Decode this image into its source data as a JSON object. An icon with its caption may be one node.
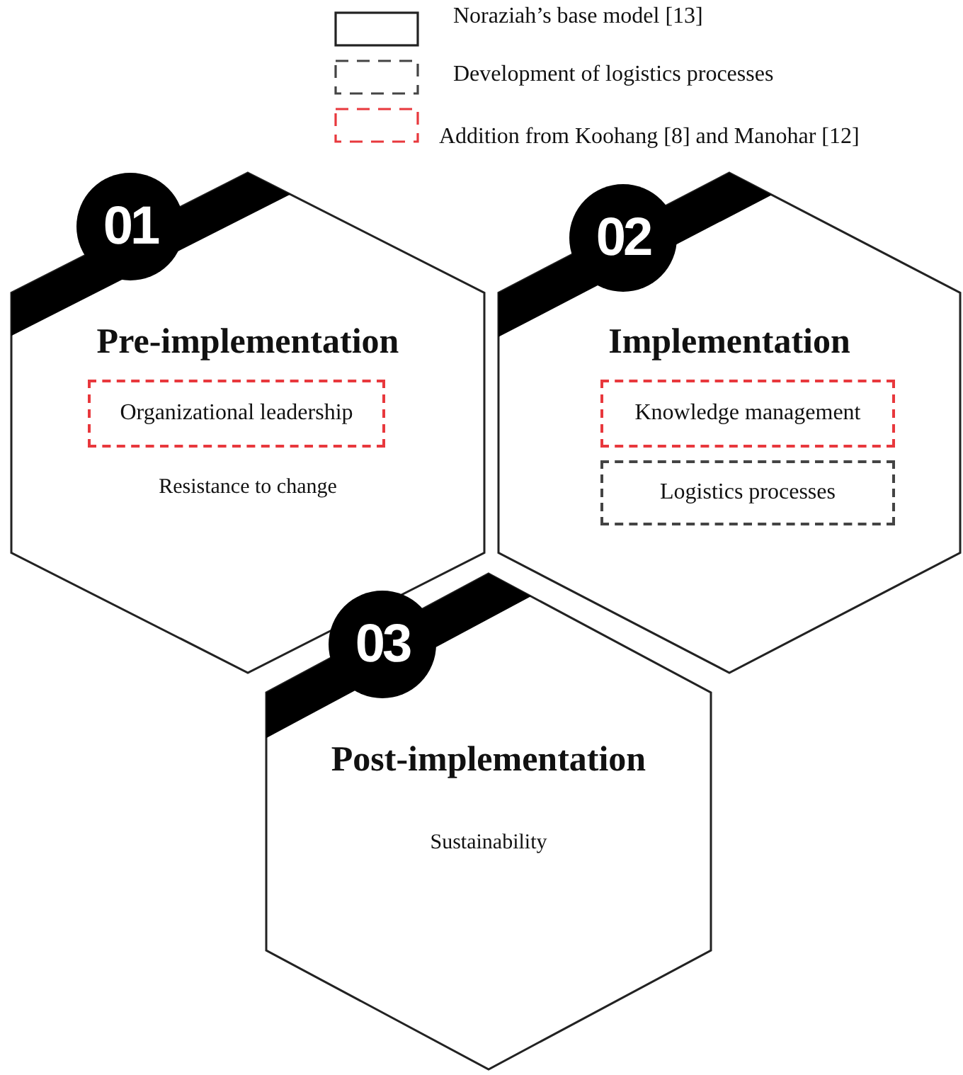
{
  "diagram": {
    "nodes": [
      {
        "text": [
          "01",
          "Pre-implementation",
          "Resistance to change"
        ]
      },
      {
        "text": [
          "Organizational leadership"
        ],
        "in": 0
      },
      {
        "text": [
          "02",
          "Implementation"
        ]
      },
      {
        "text": [
          "Knowledge management"
        ],
        "in": 2
      },
      {
        "text": [
          "Logistics processes"
        ],
        "in": 2
      },
      {
        "text": [
          "03",
          "Post-implementation",
          "Sustainability"
        ]
      }
    ],
    "legend": [
      {
        "text": "Noraziah’s base model [13]"
      },
      {
        "text": "Development of logistics processes"
      },
      {
        "text": "Addition from Koohang [8] and Manohar [12]"
      }
    ]
  }
}
